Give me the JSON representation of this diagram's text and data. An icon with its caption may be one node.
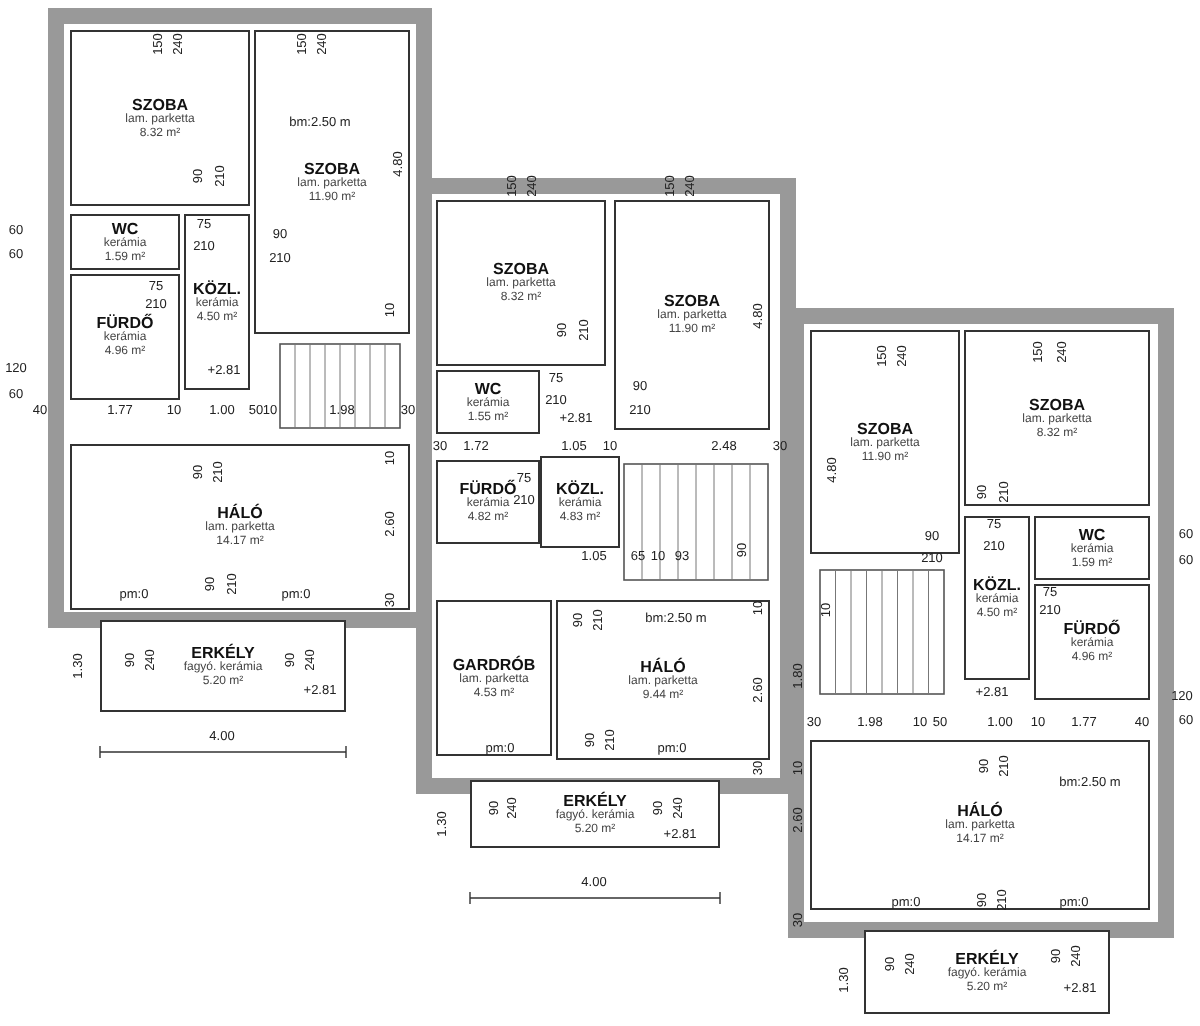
{
  "diagram": {
    "nodes": [
      {
        "text": [
          "SZOBA",
          "lam. parketta",
          "8.32 m²"
        ]
      },
      {
        "text": [
          "SZOBA",
          "lam. parketta",
          "11.90 m²"
        ]
      },
      {
        "text": [
          "WC",
          "kerámia",
          "1.59 m²"
        ]
      },
      {
        "text": [
          "KÖZL.",
          "kerámia",
          "4.50 m²"
        ]
      },
      {
        "text": [
          "FÜRDŐ",
          "kerámia",
          "4.96 m²"
        ]
      },
      {
        "text": [
          "HÁLÓ",
          "lam. parketta",
          "14.17 m²"
        ]
      },
      {
        "text": [
          "ERKÉLY",
          "fagyó. kerámia",
          "5.20 m²"
        ]
      },
      {
        "text": [
          "SZOBA",
          "lam. parketta",
          "8.32 m²"
        ]
      },
      {
        "text": [
          "SZOBA",
          "lam. parketta",
          "11.90 m²"
        ]
      },
      {
        "text": [
          "WC",
          "kerámia",
          "1.55 m²"
        ]
      },
      {
        "text": [
          "FÜRDŐ",
          "kerámia",
          "4.82 m²"
        ]
      },
      {
        "text": [
          "KÖZL.",
          "kerámia",
          "4.83 m²"
        ]
      },
      {
        "text": [
          "GARDRÓB",
          "lam. parketta",
          "4.53 m²"
        ]
      },
      {
        "text": [
          "HÁLÓ",
          "lam. parketta",
          "9.44 m²"
        ]
      },
      {
        "text": [
          "ERKÉLY",
          "fagyó. kerámia",
          "5.20 m²"
        ]
      },
      {
        "text": [
          "SZOBA",
          "lam. parketta",
          "11.90 m²"
        ]
      },
      {
        "text": [
          "SZOBA",
          "lam. parketta",
          "8.32 m²"
        ]
      },
      {
        "text": [
          "WC",
          "kerámia",
          "1.59 m²"
        ]
      },
      {
        "text": [
          "KÖZL.",
          "kerámia",
          "4.50 m²"
        ]
      },
      {
        "text": [
          "FÜRDŐ",
          "kerámia",
          "4.96 m²"
        ]
      },
      {
        "text": [
          "HÁLÓ",
          "lam. parketta",
          "14.17 m²"
        ]
      },
      {
        "text": [
          "ERKÉLY",
          "fagyó. kerámia",
          "5.20 m²"
        ]
      }
    ],
    "labels": [
      "150",
      "240",
      "150",
      "240",
      "bm:2.50 m",
      "4.80",
      "90",
      "210",
      "60",
      "60",
      "75",
      "210",
      "90",
      "210",
      "10",
      "75",
      "210",
      "120",
      "+2.81",
      "60",
      "40",
      "1.77",
      "10",
      "1.00",
      "50",
      "10",
      "1.98",
      "30",
      "90",
      "210",
      "10",
      "2.60",
      "90",
      "210",
      "pm:0",
      "pm:0",
      "30",
      "90",
      "240",
      "90",
      "240",
      "+2.81",
      "1.30",
      "4.00",
      "150",
      "240",
      "150",
      "240",
      "4.80",
      "90",
      "210",
      "75",
      "210",
      "+2.81",
      "90",
      "210",
      "30",
      "1.72",
      "1.05",
      "10",
      "2.48",
      "30",
      "75",
      "210",
      "1.05",
      "65",
      "10",
      "93",
      "90",
      "90",
      "210",
      "10",
      "bm:2.50 m",
      "2.60",
      "90",
      "210",
      "pm:0",
      "pm:0",
      "30",
      "90",
      "240",
      "90",
      "240",
      "+2.81",
      "1.30",
      "4.00",
      "150",
      "240",
      "150",
      "240",
      "4.80",
      "90",
      "210",
      "90",
      "210",
      "75",
      "210",
      "60",
      "60",
      "10",
      "75",
      "210",
      "120",
      "60",
      "1.80",
      "+2.81",
      "30",
      "1.98",
      "10",
      "50",
      "1.00",
      "10",
      "1.77",
      "40",
      "90",
      "210",
      "10",
      "bm:2.50 m",
      "2.60",
      "90",
      "210",
      "pm:0",
      "pm:0",
      "30",
      "90",
      "240",
      "90",
      "240",
      "+2.81",
      "1.30"
    ]
  }
}
